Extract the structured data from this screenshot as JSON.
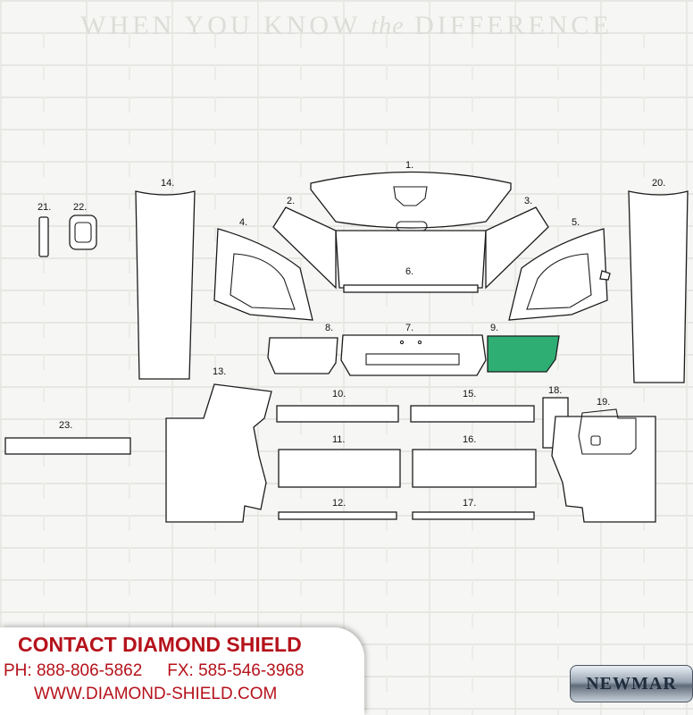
{
  "header": {
    "slogan_left": "WHEN YOU KNOW",
    "slogan_italic": "the",
    "slogan_right": "DIFFERENCE"
  },
  "diagram": {
    "highlight_color": "#2fae74",
    "highlighted_part": "9.",
    "labels": [
      "1.",
      "2.",
      "3.",
      "4.",
      "5.",
      "6.",
      "7.",
      "8.",
      "9.",
      "10.",
      "11.",
      "12.",
      "13.",
      "14.",
      "15.",
      "16.",
      "17.",
      "18.",
      "19.",
      "20.",
      "21.",
      "22.",
      "23."
    ]
  },
  "contact": {
    "title": "CONTACT DIAMOND SHIELD",
    "phone": "PH: 888-806-5862",
    "fax": "FX: 585-546-3968",
    "website": "WWW.DIAMOND-SHIELD.COM",
    "color": "#b5121b"
  },
  "brand": {
    "name": "NEWMAR"
  }
}
